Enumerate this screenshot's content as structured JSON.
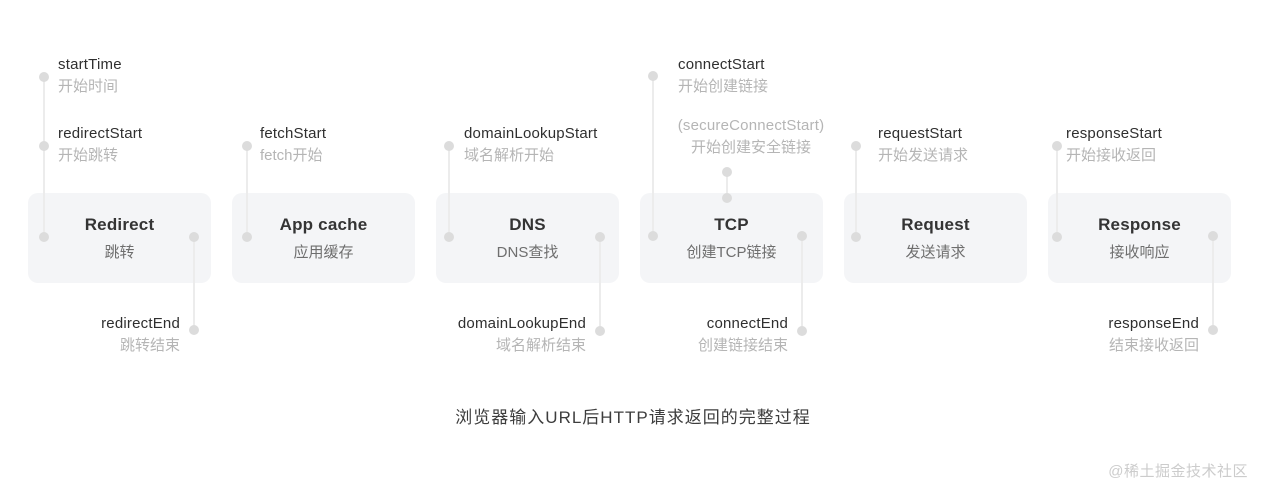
{
  "diagram": {
    "caption": "浏览器输入URL后HTTP请求返回的完整过程",
    "watermark": "@稀土掘金技术社区",
    "colors": {
      "background": "#ffffff",
      "stage_box_bg": "#f4f5f7",
      "connector_line": "#ececec",
      "connector_dot": "#dcdcdc",
      "event_name_text": "#2f2f2f",
      "event_cn_text": "#b5b5b5",
      "stage_title_text": "#343434",
      "stage_sub_text": "#6e6e6e",
      "caption_text": "#3d3d3d",
      "watermark_text": "#cccccc"
    },
    "stages": [
      {
        "title": "Redirect",
        "subtitle": "跳转",
        "top_events": [
          {
            "name": "startTime",
            "label": "开始时间"
          },
          {
            "name": "redirectStart",
            "label": "开始跳转"
          }
        ],
        "bottom_event": {
          "name": "redirectEnd",
          "label": "跳转结束"
        }
      },
      {
        "title": "App cache",
        "subtitle": "应用缓存",
        "top_events": [
          {
            "name": "fetchStart",
            "label": "fetch开始"
          }
        ]
      },
      {
        "title": "DNS",
        "subtitle": "DNS查找",
        "top_events": [
          {
            "name": "domainLookupStart",
            "label": "域名解析开始"
          }
        ],
        "bottom_event": {
          "name": "domainLookupEnd",
          "label": "域名解析结束"
        }
      },
      {
        "title": "TCP",
        "subtitle": "创建TCP链接",
        "top_events": [
          {
            "name": "connectStart",
            "label": "开始创建链接"
          },
          {
            "name": "(secureConnectStart)",
            "label": "开始创建安全链接"
          }
        ],
        "bottom_event": {
          "name": "connectEnd",
          "label": "创建链接结束"
        }
      },
      {
        "title": "Request",
        "subtitle": "发送请求",
        "top_events": [
          {
            "name": "requestStart",
            "label": "开始发送请求"
          }
        ]
      },
      {
        "title": "Response",
        "subtitle": "接收响应",
        "top_events": [
          {
            "name": "responseStart",
            "label": "开始接收返回"
          }
        ],
        "bottom_event": {
          "name": "responseEnd",
          "label": "结束接收返回"
        }
      }
    ]
  }
}
